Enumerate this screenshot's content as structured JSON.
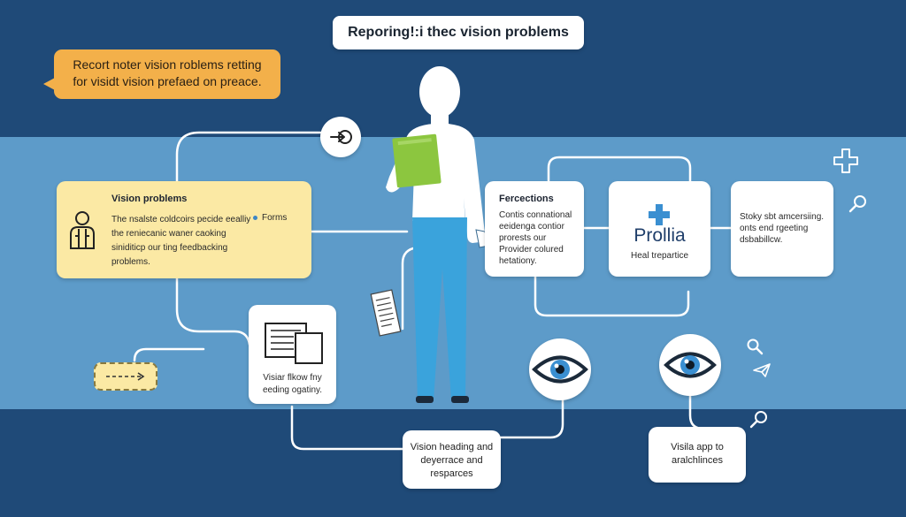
{
  "title": "Reporing!:i thec vision problems",
  "callout": {
    "line1": "Recort noter vision roblems retting",
    "line2": "for visidt vision prefaed on preace."
  },
  "vision_card": {
    "title": "Vision problems",
    "text": "The nsalste coldcoirs pecide eealliy the reniecanic waner caoking siniditicp our ting feedbacking problems.",
    "forms_label": "Forms"
  },
  "document_card": {
    "text": "Visiar flkow fny eeding ogatiny."
  },
  "fercections_card": {
    "title": "Fercections",
    "text": "Contis connational eeidenga contior prorests our Provider colured hetationy."
  },
  "prollia_card": {
    "brand": "Prollia",
    "subtitle": "Heal trepartice"
  },
  "right_card": {
    "text": "Stoky sbt amcersiing. onts end rgeeting dsbabillcw."
  },
  "bottom_left_card": {
    "text": "Vision heading and deyerrace and resparces"
  },
  "bottom_right_card": {
    "text": "Visila app to aralchlinces"
  },
  "colors": {
    "dark_blue": "#1f4a78",
    "mid_blue": "#5d9bc9",
    "accent_orange": "#f3b04a",
    "note_yellow": "#fbe9a4",
    "clipboard_green": "#8cc63f",
    "figure_pants": "#3aa3dc",
    "eye_iris": "#3a8fd1"
  },
  "icons": [
    "enter-arrow-icon",
    "person-icon",
    "document-icon",
    "clipboard-icon",
    "receipt-icon",
    "medical-cross-icon",
    "eye-icon",
    "magnifier-icon",
    "paper-plane-icon",
    "arrow-right-icon"
  ]
}
